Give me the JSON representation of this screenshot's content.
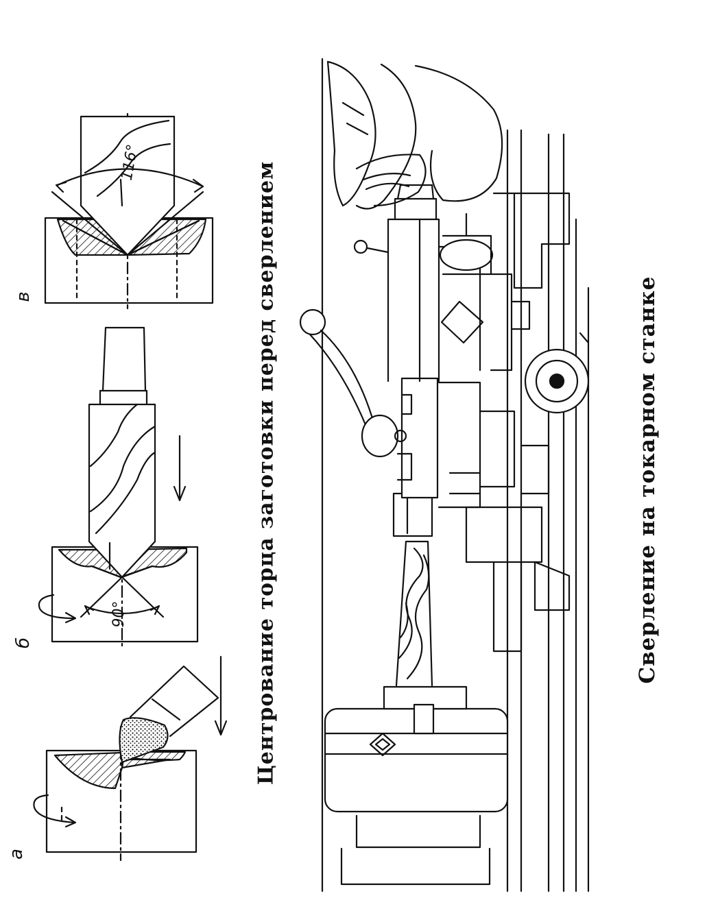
{
  "captions": {
    "centering": "Центрование торца заготовки перед сверлением",
    "drilling": "Сверление на токарном станке"
  },
  "labels": {
    "a": "а",
    "b": "б",
    "v": "в"
  },
  "angles": {
    "center_drill": "90°",
    "twist_drill": "116°"
  },
  "colors": {
    "ink": "#111111",
    "paper": "#ffffff"
  }
}
